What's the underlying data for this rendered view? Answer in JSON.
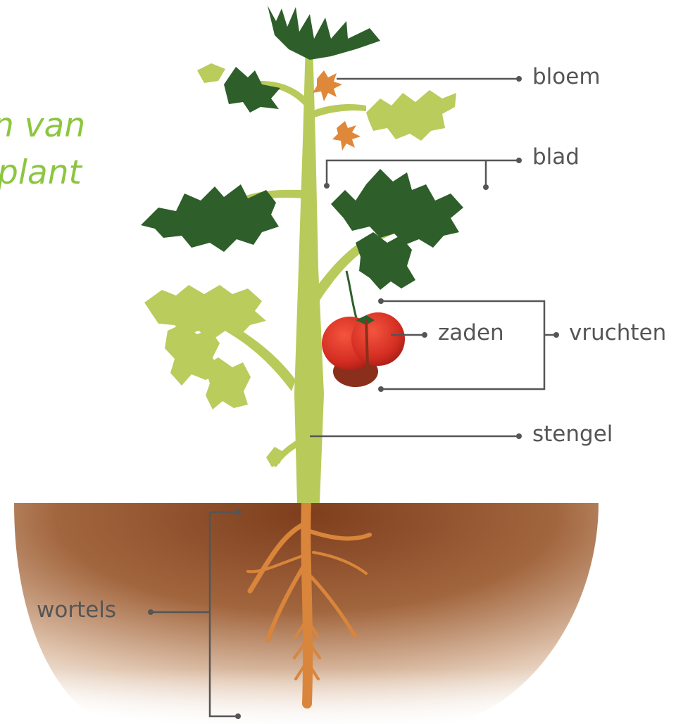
{
  "heading": {
    "line1": "n van",
    "line2": "plant"
  },
  "labels": {
    "flower": "bloem",
    "leaf": "blad",
    "seeds": "zaden",
    "fruits": "vruchten",
    "stem": "stengel",
    "roots": "wortels"
  },
  "colors": {
    "heading": "#8cc63f",
    "label_text": "#555555",
    "leader_line": "#555555",
    "soil": "#8b4a24",
    "stem": "#b8cb5a",
    "dark_leaf": "#2e5e2a",
    "light_leaf": "#b9cc5c",
    "fruit": "#d9362b",
    "root": "#d9853b",
    "flower": "#e0883a"
  }
}
